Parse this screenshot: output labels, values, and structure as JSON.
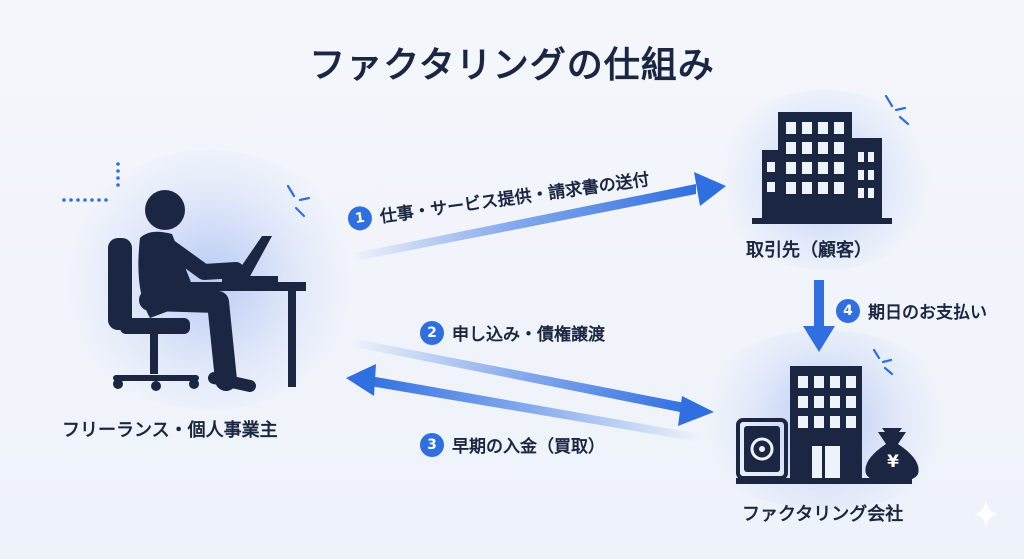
{
  "title": "ファクタリングの仕組み",
  "nodes": {
    "freelancer": "フリーランス・個人事業主",
    "client": "取引先（顧客）",
    "factoring": "ファクタリング会社"
  },
  "steps": [
    {
      "num": "1",
      "label": "仕事・サービス提供・請求書の送付"
    },
    {
      "num": "2",
      "label": "申し込み・債権譲渡"
    },
    {
      "num": "3",
      "label": "早期の入金（買取）"
    },
    {
      "num": "4",
      "label": "期日のお支払い"
    }
  ],
  "yen_symbol": "¥",
  "colors": {
    "navy": "#1b2742",
    "blue": "#2f6fe0"
  },
  "icons": [
    "person-at-desk-icon",
    "office-building-icon",
    "bank-building-icon",
    "safe-icon",
    "money-bag-icon"
  ]
}
